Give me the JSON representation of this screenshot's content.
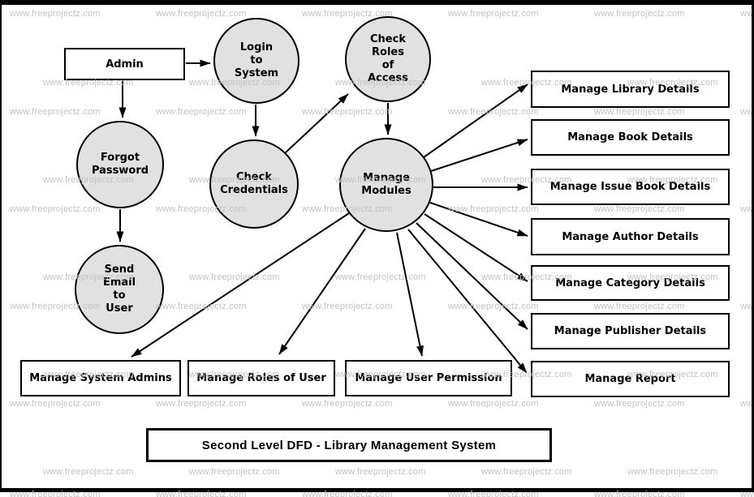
{
  "watermark": {
    "text": "www.freeprojectz.com"
  },
  "title": {
    "label": "Second Level DFD - Library Management System"
  },
  "colors": {
    "background": "#ffffff",
    "process_fill": "#e1e1e1",
    "node_border": "#000000",
    "arrow": "#000000",
    "watermark": "#c2c2c2",
    "frame": "#000000"
  },
  "diagram": {
    "external_entities": [
      {
        "id": "admin",
        "label": "Admin"
      }
    ],
    "processes": [
      {
        "id": "login",
        "label": "Login to System",
        "lines": [
          "Login",
          "to",
          "System"
        ]
      },
      {
        "id": "roles",
        "label": "Check Roles of Access",
        "lines": [
          "Check",
          "Roles",
          "of",
          "Access"
        ]
      },
      {
        "id": "forgot",
        "label": "Forgot Password",
        "lines": [
          "Forgot",
          "Password"
        ]
      },
      {
        "id": "credentials",
        "label": "Check Credentials",
        "lines": [
          "Check",
          "Credentials"
        ]
      },
      {
        "id": "modules",
        "label": "Manage Modules",
        "lines": [
          "Manage",
          "Modules"
        ]
      },
      {
        "id": "send",
        "label": "Send Email to User",
        "lines": [
          "Send",
          "Email",
          "to",
          "User"
        ]
      }
    ],
    "stores": [
      {
        "id": "library",
        "label": "Manage Library Details"
      },
      {
        "id": "book",
        "label": "Manage Book Details"
      },
      {
        "id": "issue",
        "label": "Manage Issue Book Details"
      },
      {
        "id": "author",
        "label": "Manage Author Details"
      },
      {
        "id": "category",
        "label": "Manage Category Details"
      },
      {
        "id": "publisher",
        "label": "Manage Publisher Details"
      },
      {
        "id": "report",
        "label": "Manage Report"
      },
      {
        "id": "sysadmins",
        "label": "Manage System Admins"
      },
      {
        "id": "rolesuser",
        "label": "Manage Roles of User"
      },
      {
        "id": "userperm",
        "label": "Manage User Permission"
      }
    ],
    "edges": [
      {
        "from": "admin",
        "to": "login"
      },
      {
        "from": "admin",
        "to": "forgot"
      },
      {
        "from": "login",
        "to": "credentials"
      },
      {
        "from": "credentials",
        "to": "roles"
      },
      {
        "from": "roles",
        "to": "modules"
      },
      {
        "from": "forgot",
        "to": "send"
      },
      {
        "from": "modules",
        "to": "library"
      },
      {
        "from": "modules",
        "to": "book"
      },
      {
        "from": "modules",
        "to": "issue"
      },
      {
        "from": "modules",
        "to": "author"
      },
      {
        "from": "modules",
        "to": "category"
      },
      {
        "from": "modules",
        "to": "publisher"
      },
      {
        "from": "modules",
        "to": "report"
      },
      {
        "from": "modules",
        "to": "sysadmins"
      },
      {
        "from": "modules",
        "to": "rolesuser"
      },
      {
        "from": "modules",
        "to": "userperm"
      }
    ]
  }
}
